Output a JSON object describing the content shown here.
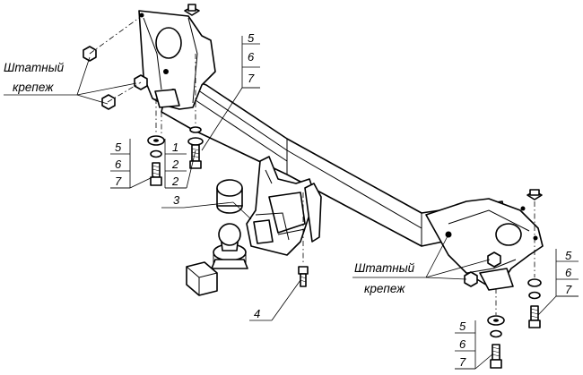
{
  "callouts": {
    "standard_fastener_top": [
      "Штатный",
      "крепеж"
    ],
    "standard_fastener_bottom": [
      "Штатный",
      "крепеж"
    ],
    "stack_top_right": [
      "5",
      "6",
      "7"
    ],
    "stack_left": [
      "5",
      "6",
      "7"
    ],
    "stack_mid": [
      "1",
      "2",
      "2"
    ],
    "stack_right": [
      "5",
      "6",
      "7"
    ],
    "stack_bottom": [
      "5",
      "6",
      "7"
    ],
    "part_3": "3",
    "part_4": "4"
  }
}
